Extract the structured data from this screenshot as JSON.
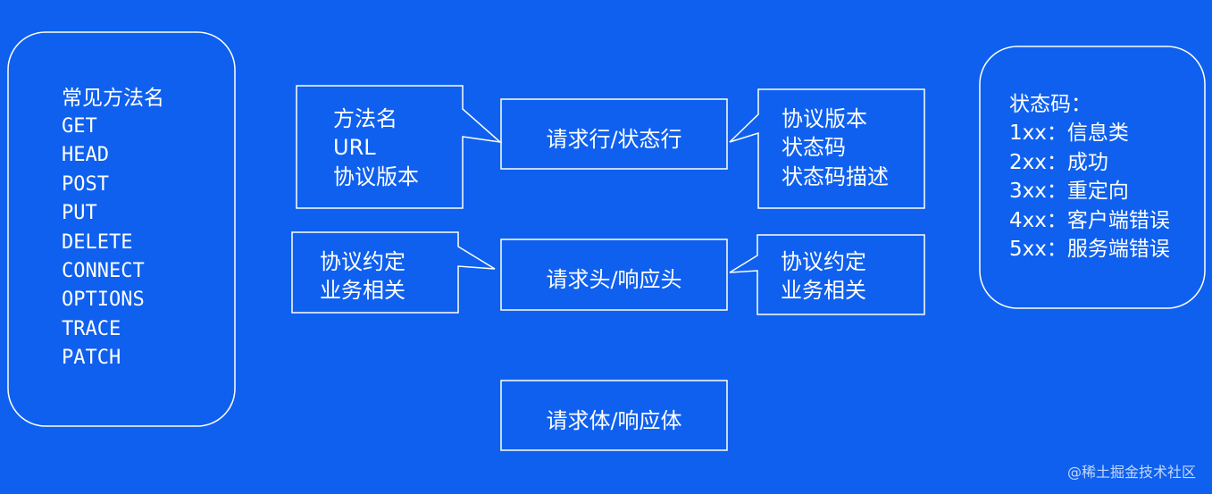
{
  "colors": {
    "background": "#0f60ee",
    "foreground": "#ffffff"
  },
  "methods": {
    "title": "常见方法名",
    "items": [
      "GET",
      "HEAD",
      "POST",
      "PUT",
      "DELETE",
      "CONNECT",
      "OPTIONS",
      "TRACE",
      "PATCH"
    ]
  },
  "status_codes": {
    "title": "状态码：",
    "items": [
      "1xx：信息类",
      "2xx：成功",
      "3xx：重定向",
      "4xx：客户端错误",
      "5xx：服务端错误"
    ]
  },
  "center": {
    "line": "请求行/状态行",
    "header": "请求头/响应头",
    "body": "请求体/响应体"
  },
  "request_line_callout": {
    "lines": [
      "方法名",
      "URL",
      "协议版本"
    ]
  },
  "status_line_callout": {
    "lines": [
      "协议版本",
      "状态码",
      "状态码描述"
    ]
  },
  "request_header_callout": {
    "lines": [
      "协议约定",
      "业务相关"
    ]
  },
  "response_header_callout": {
    "lines": [
      "协议约定",
      "业务相关"
    ]
  },
  "watermark": "@稀土掘金技术社区"
}
